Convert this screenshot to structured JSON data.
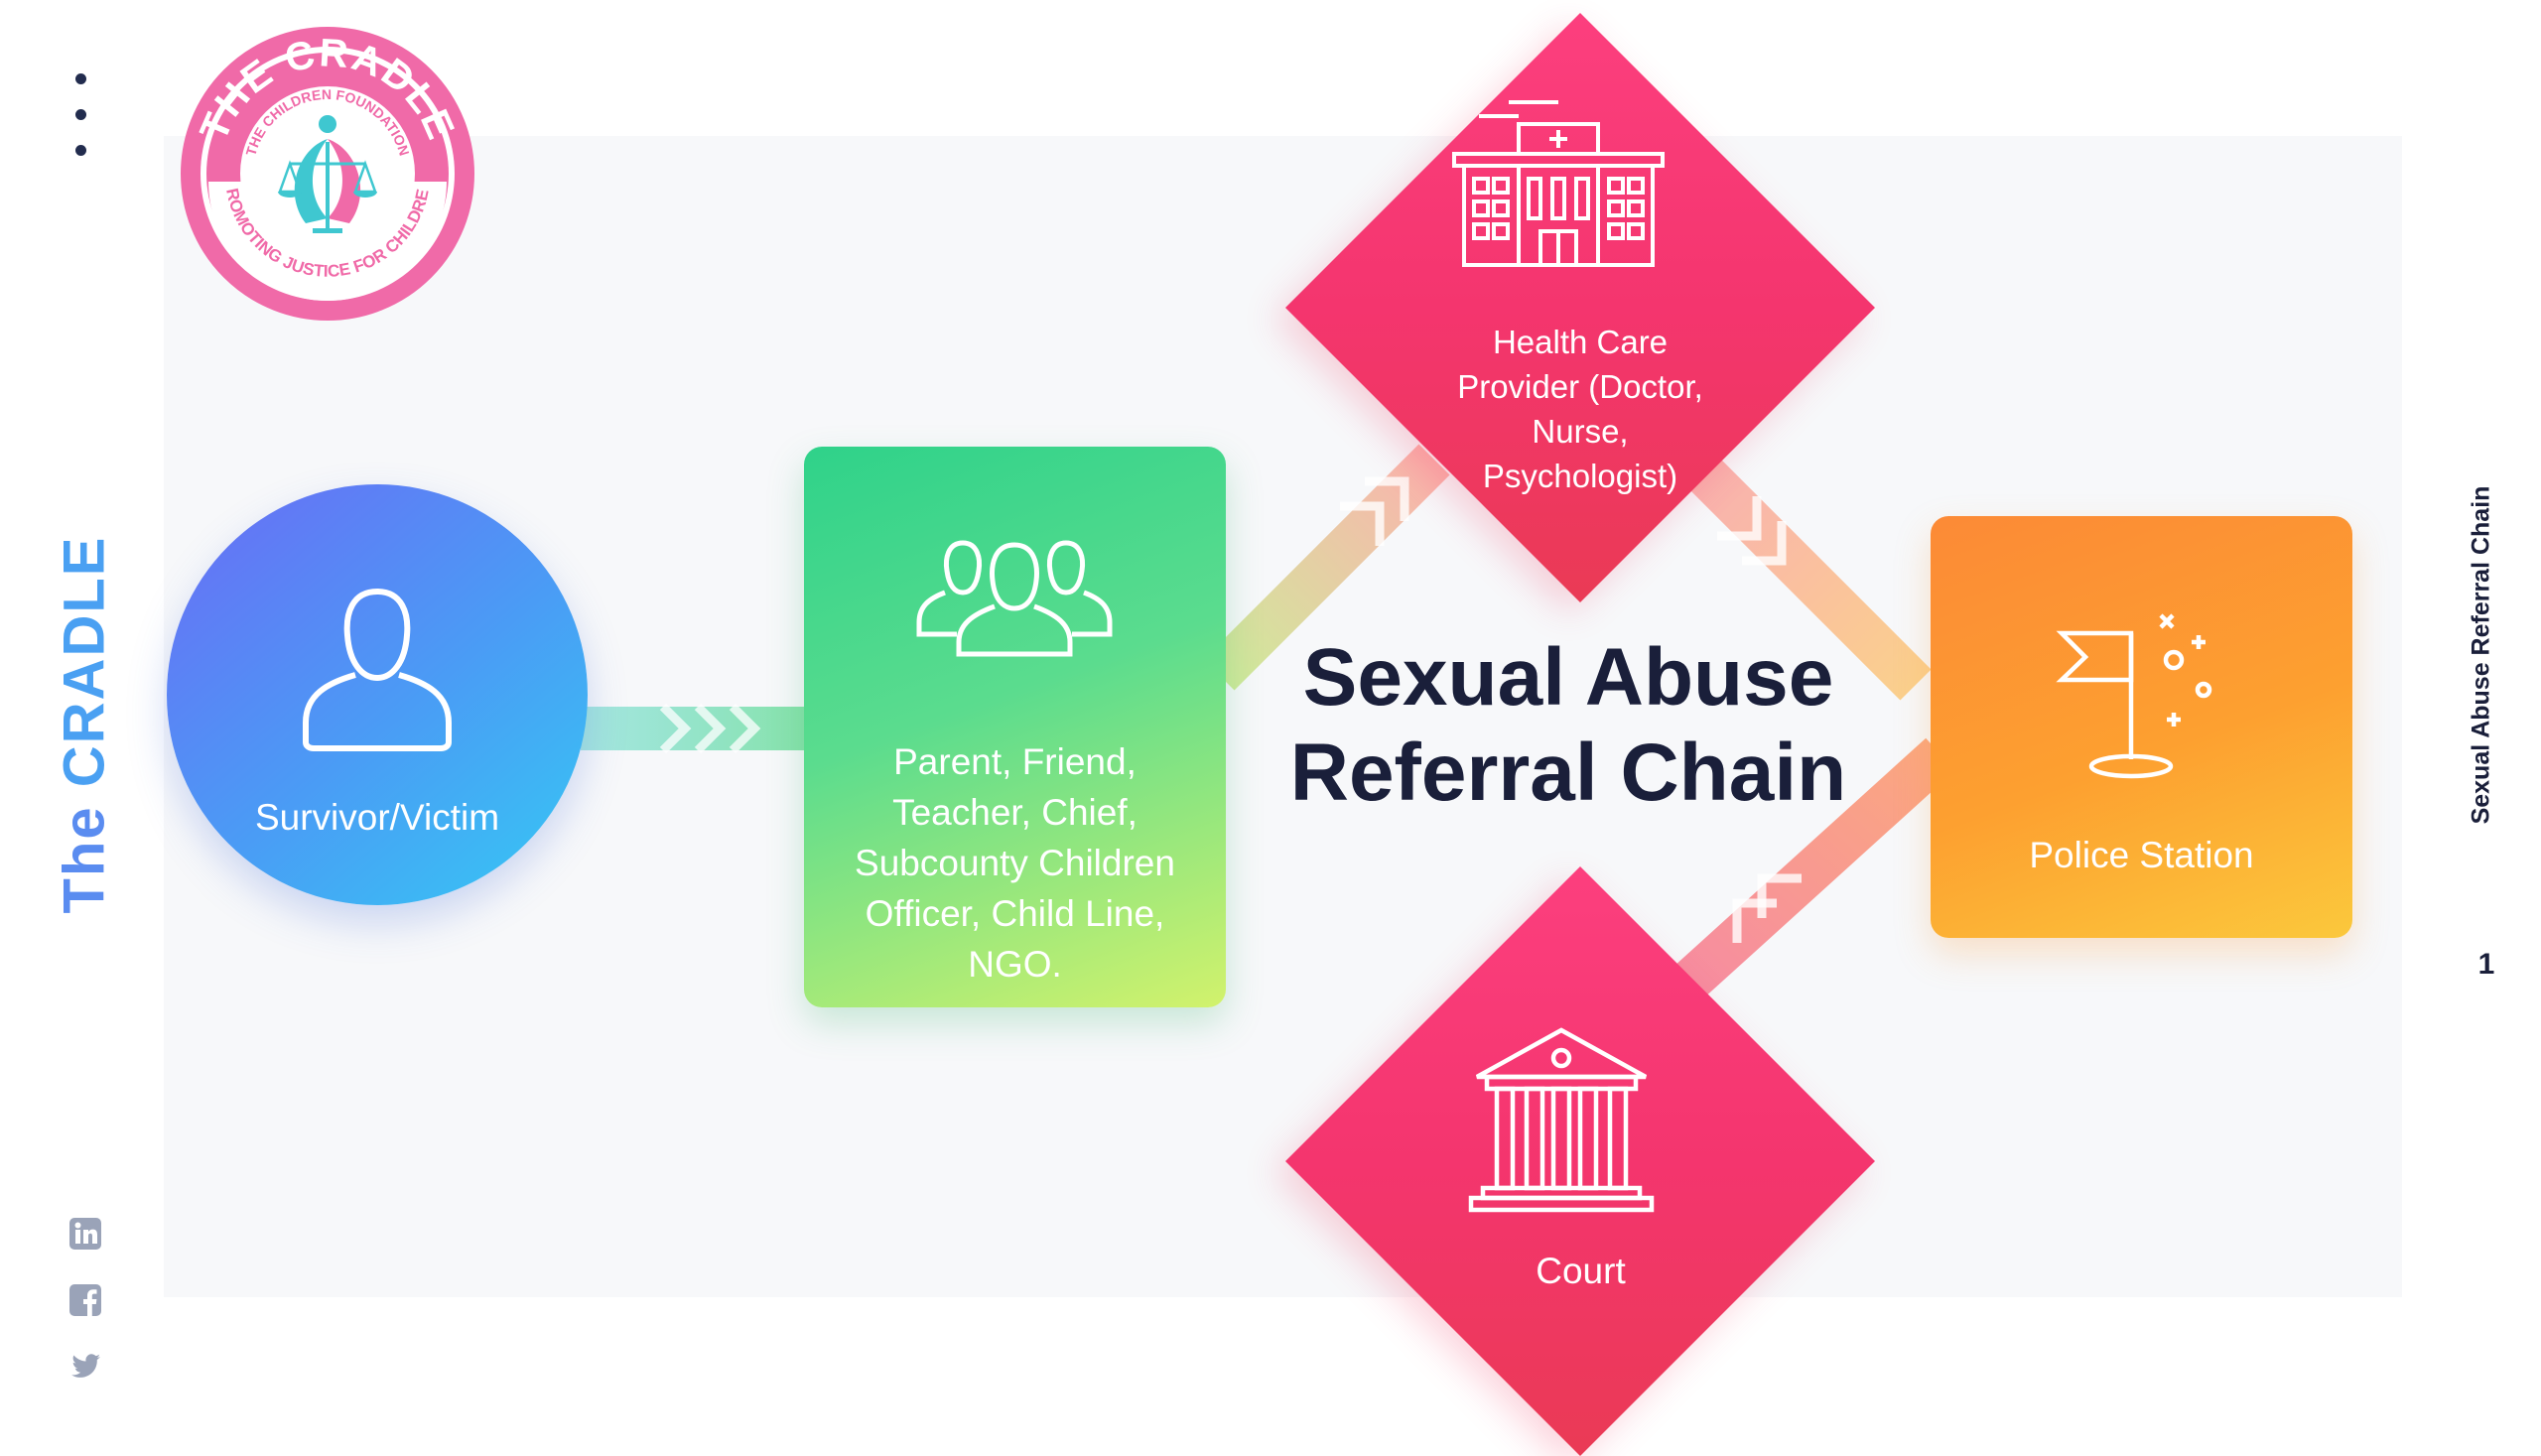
{
  "slide": {
    "title_line1": "Sexual Abuse",
    "title_line2": "Referral Chain",
    "side_title": "Sexual Abuse Referral Chain",
    "page_number": "1"
  },
  "brand": {
    "vertical_the": "The",
    "vertical_name": "CRADLE",
    "accent_color": "#4aa0f2"
  },
  "logo": {
    "top_text": "THE CRADLE",
    "sub_text": "THE CHILDREN FOUNDATION",
    "bottom_text": "PROMOTING JUSTICE FOR CHILDREN",
    "color": "#f06aa8"
  },
  "nodes": {
    "survivor": {
      "label": "Survivor/Victim",
      "icon": "person-icon"
    },
    "reporter": {
      "lines": [
        "Parent, Friend,",
        "Teacher, Chief,",
        "Subcounty Children",
        "Officer, Child Line,",
        "NGO."
      ],
      "icon": "group-icon"
    },
    "health": {
      "lines": [
        "Health Care",
        "Provider (Doctor,",
        "Nurse,",
        "Psychologist)"
      ],
      "icon": "hospital-icon"
    },
    "police": {
      "label": "Police Station",
      "icon": "flag-icon"
    },
    "court": {
      "label": "Court",
      "icon": "courthouse-icon"
    }
  },
  "social": [
    "linkedin-icon",
    "facebook-icon",
    "twitter-icon"
  ]
}
